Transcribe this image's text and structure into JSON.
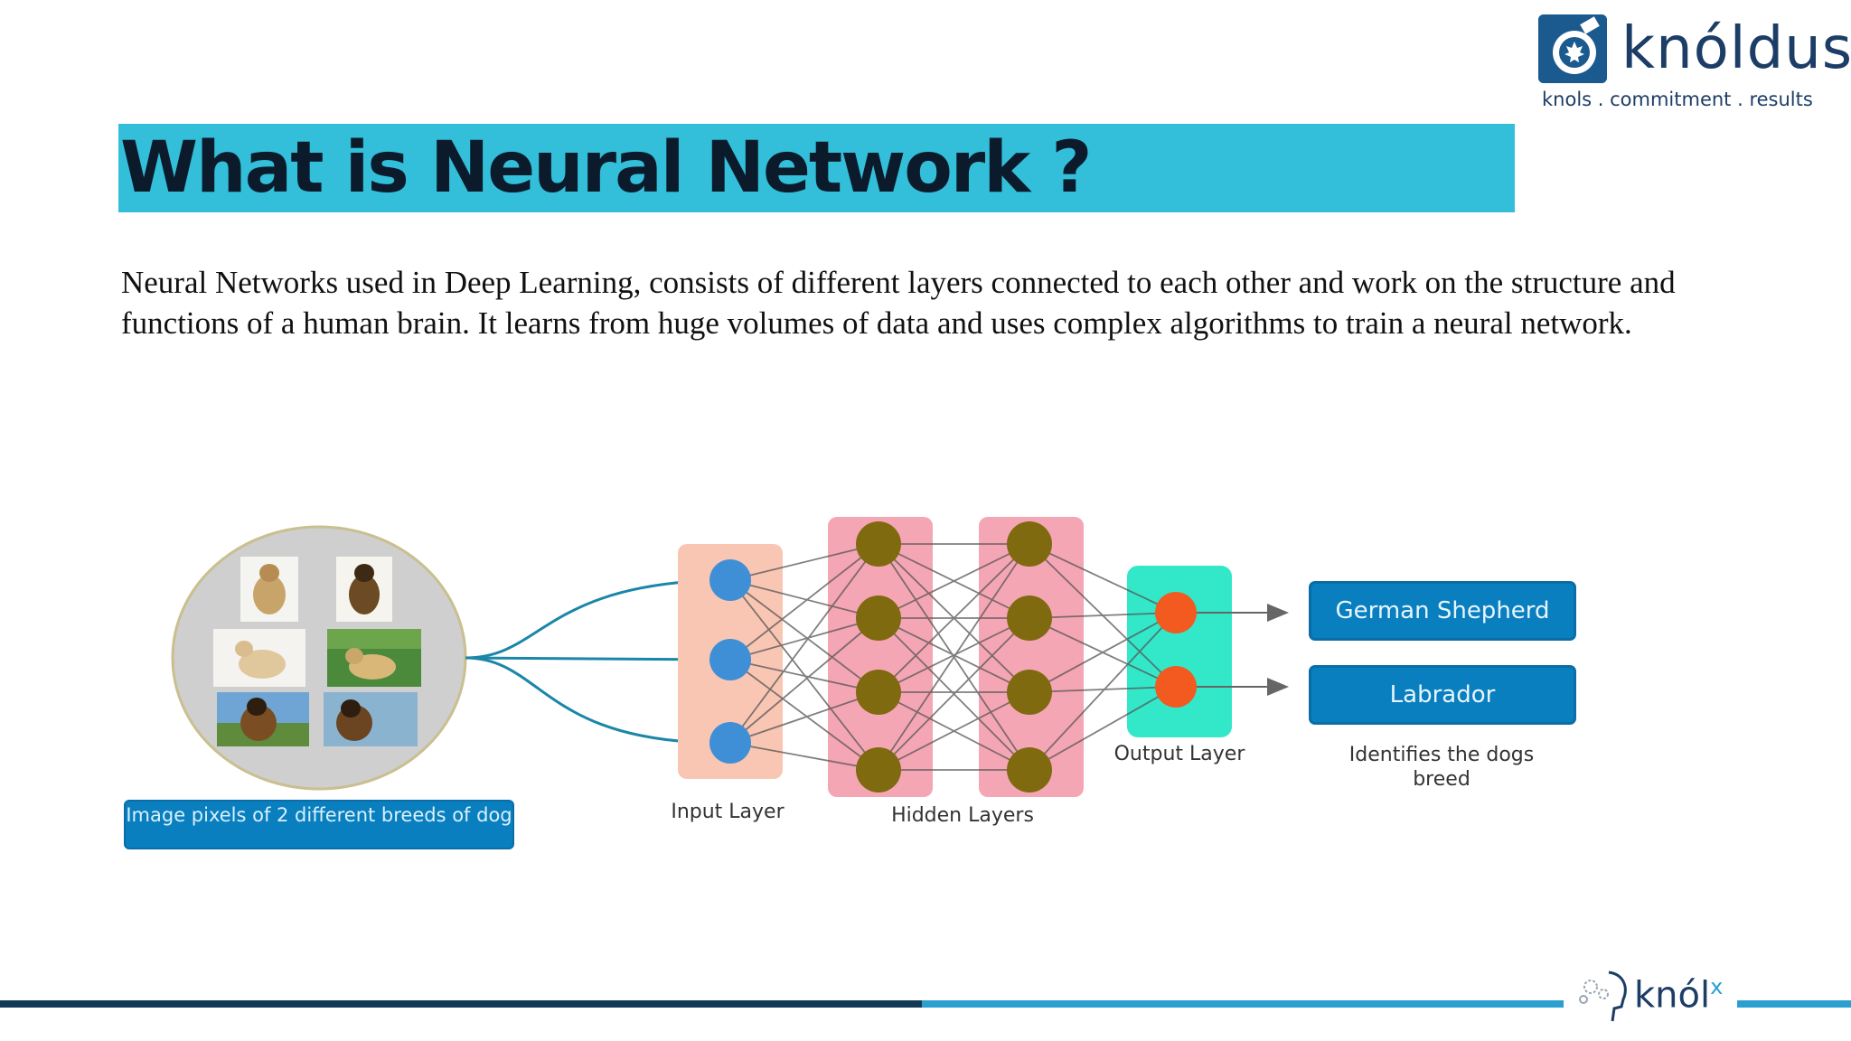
{
  "logo": {
    "wordmark": "knóldus",
    "tagline": "knols  .  commitment  .  results",
    "mark_icon": "maple-leaf-circle-icon"
  },
  "title": "What is Neural Network ?",
  "body": "Neural Networks used in Deep Learning, consists of different layers connected to each other and work on the structure and functions of a human brain. It learns from huge volumes of data and uses complex algorithms to train a neural network.",
  "diagram": {
    "input_caption": "Image pixels of 2 different breeds of dog",
    "layer_labels": {
      "input": "Input Layer",
      "hidden": "Hidden Layers",
      "output": "Output Layer"
    },
    "outputs": [
      "German Shepherd",
      "Labrador"
    ],
    "result_note": "Identifies the dogs breed",
    "dog_photos": 6,
    "colors": {
      "input_node": "#3f8fd6",
      "hidden_node": "#7f6a10",
      "output_node": "#f25a1f",
      "input_band": "#f9c6b4",
      "hidden_band": "#f5a6b4",
      "output_band": "#33e8c9"
    }
  },
  "footer": {
    "brand": "knól",
    "brand_suffix": "x"
  }
}
